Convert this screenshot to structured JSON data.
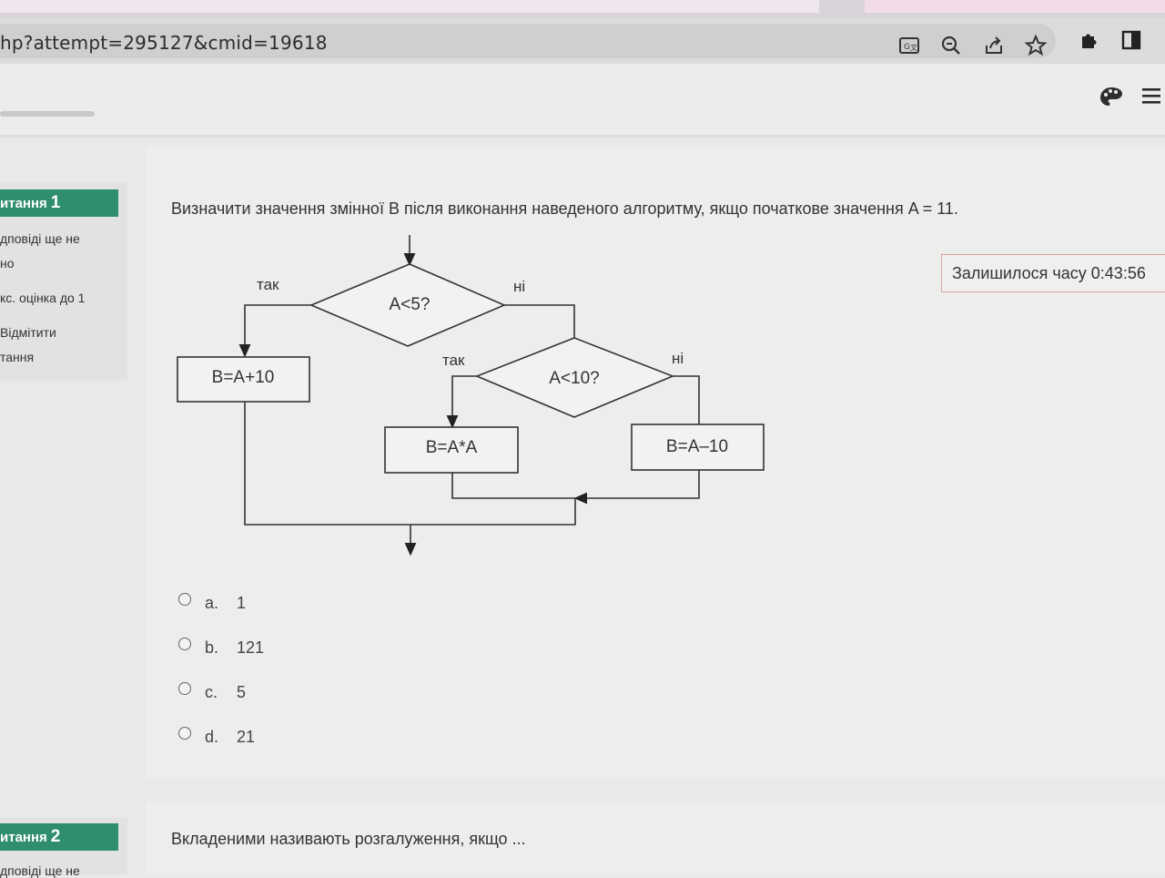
{
  "browser": {
    "url": "hp?attempt=295127&cmid=19618",
    "icons": [
      "translate-icon",
      "zoom-icon",
      "share-icon",
      "bookmark-star-icon",
      "extensions-icon",
      "sidebar-icon"
    ]
  },
  "header": {
    "icons": [
      "palette-icon",
      "menu-icon"
    ]
  },
  "question1": {
    "badge_label": "итання",
    "badge_number": "1",
    "status_line1": "дповіді ще не",
    "status_line2": "но",
    "grade": "кс. оцінка до 1",
    "flag_line1": "Відмітити",
    "flag_line2": "тання",
    "text": "Визначити значення змінної B після виконання наведеного алгоритму, якщо початкове значення A = 11.",
    "flowchart": {
      "cond1": "A<5?",
      "cond2": "A<10?",
      "yes1": "так",
      "no1": "ні",
      "yes2": "так",
      "no2": "ні",
      "box1": "B=A+10",
      "box2": "B=A*A",
      "box3": "B=A–10"
    },
    "answers": [
      {
        "letter": "a.",
        "value": "1"
      },
      {
        "letter": "b.",
        "value": "121"
      },
      {
        "letter": "c.",
        "value": "5"
      },
      {
        "letter": "d.",
        "value": "21"
      }
    ]
  },
  "timer": "Залишилося часу 0:43:56",
  "question2": {
    "badge_label": "итання",
    "badge_number": "2",
    "status_line1": "дповіді ще не",
    "text": "Вкладеними називають розгалуження, якщо ..."
  }
}
